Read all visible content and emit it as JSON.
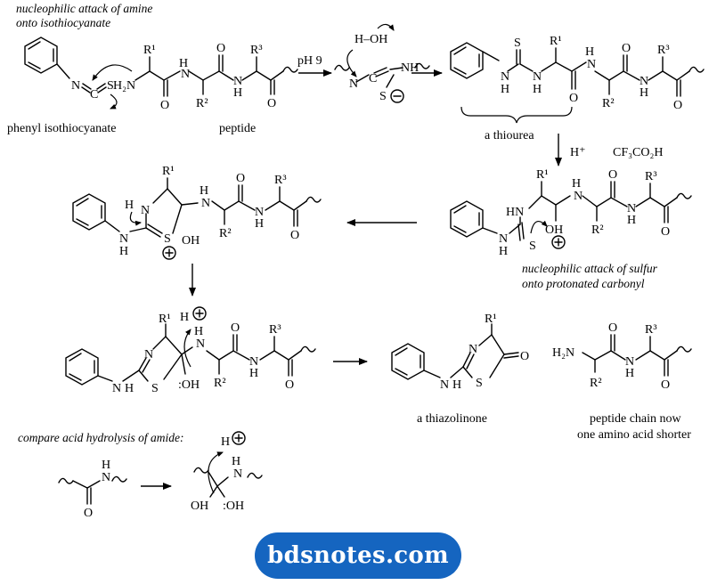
{
  "captions": {
    "attack_amine_line1": "nucleophilic attack of amine",
    "attack_amine_line2": "onto isothiocyanate",
    "phenyl_isothiocyanate": "phenyl isothiocyanate",
    "peptide": "peptide",
    "ph9": "pH 9",
    "thiourea": "a thiourea",
    "acid_reagents": "CF₃CO₂H",
    "attack_sulfur_line1": "nucleophilic attack of sulfur",
    "attack_sulfur_line2": "onto protonated carbonyl",
    "thiazolinone": "a thiazolinone",
    "shorter_line1": "peptide chain now",
    "shorter_line2": "one amino acid shorter",
    "compare": "compare acid hydrolysis of amide:"
  },
  "banner": {
    "text": "bdsnotes.com",
    "color": "#1565c0"
  },
  "atom_labels": {
    "N": "N",
    "NH": "NH",
    "H": "H",
    "H2N": "H₂N",
    "S": "S",
    "O": "O",
    "C": "C",
    "OH": "OH",
    "HN": "HN",
    "R1": "R¹",
    "R2": "R²",
    "R3": "R³",
    "H_OH": "H–OH",
    "H_plus": "H⁺",
    "lone_pair_OH": ":OH"
  }
}
